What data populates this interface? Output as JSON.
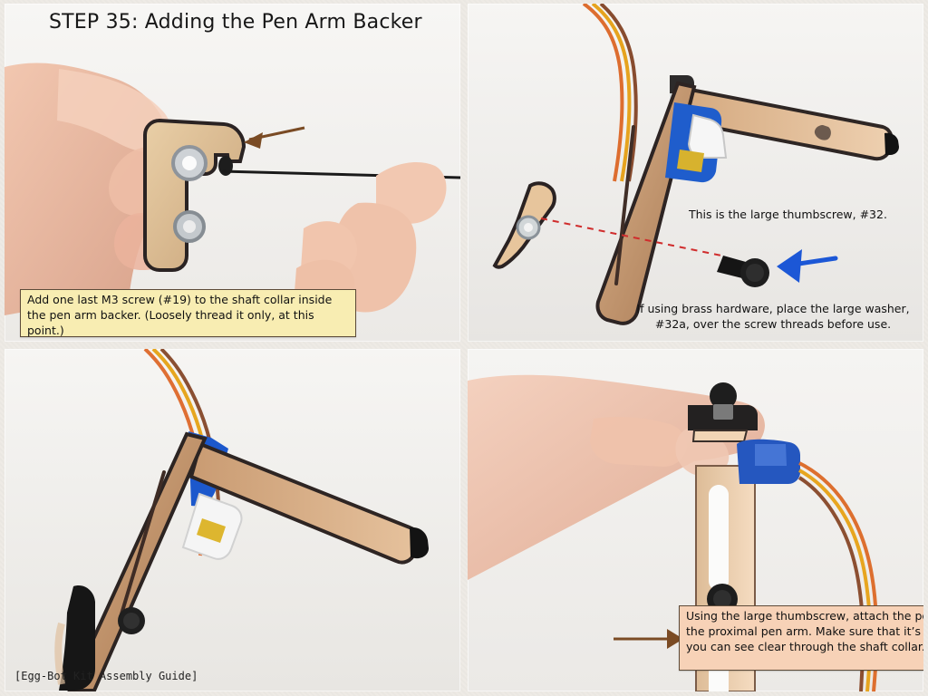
{
  "title": "STEP 35: Adding the Pen Arm Backer",
  "panels": {
    "top_left": {
      "caption": "Add one last M3 screw (#19) to the shaft collar inside the pen arm backer.  (Loosely thread it only, at this point.)"
    },
    "top_right": {
      "line1": "This is the large thumbscrew, #32.",
      "line2": "If using brass hardware, place the large washer, #32a, over the screw threads before use."
    },
    "bottom_right": {
      "caption": "Using the large thumbscrew, attach the pen arm backer to the proximal pen arm.  Make sure that it’s lined up so that you can see clear through the shaft collar."
    }
  },
  "footer": "[Egg-Bot Kit Assembly Guide]",
  "icons": {
    "top_left_arrow": "brown-arrow-icon",
    "top_right_arrow": "blue-arrow-icon",
    "bottom_right_arrow": "brown-arrow-icon"
  }
}
